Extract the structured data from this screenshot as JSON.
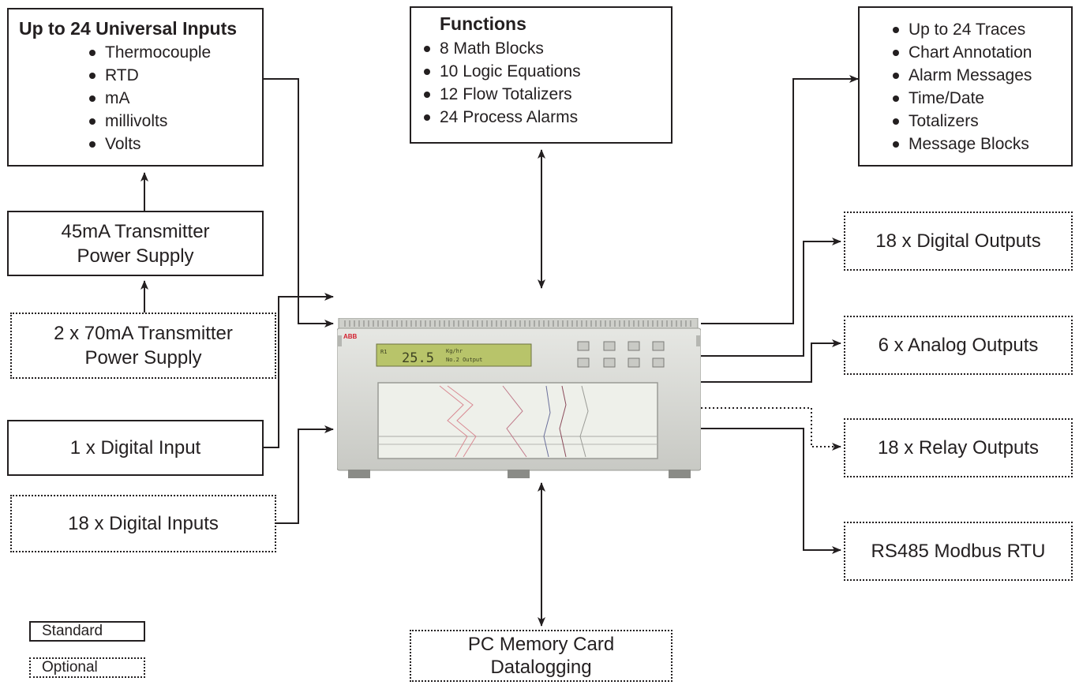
{
  "universal_inputs": {
    "title": "Up to 24 Universal Inputs",
    "items": [
      "Thermocouple",
      "RTD",
      "mA",
      "millivolts",
      "Volts"
    ]
  },
  "psu_45": {
    "line1": "45mA Transmitter",
    "line2": "Power Supply"
  },
  "psu_70": {
    "line1": "2 x 70mA Transmitter",
    "line2": "Power Supply"
  },
  "digital_input": "1 x Digital Input",
  "digital_inputs": "18 x Digital Inputs",
  "functions": {
    "title": "Functions",
    "items": [
      "8 Math Blocks",
      "10 Logic Equations",
      "12 Flow Totalizers",
      "24 Process Alarms"
    ]
  },
  "traces": {
    "items": [
      "Up to 24 Traces",
      "Chart Annotation",
      "Alarm Messages",
      "Time/Date",
      "Totalizers",
      "Message Blocks"
    ]
  },
  "digital_outputs": "18 x Digital Outputs",
  "analog_outputs": "6 x Analog Outputs",
  "relay_outputs": "18 x Relay Outputs",
  "modbus": "RS485 Modbus RTU",
  "memory_card": {
    "line1": "PC Memory Card",
    "line2": "Datalogging"
  },
  "legend": {
    "standard": "Standard",
    "optional": "Optional"
  },
  "device": {
    "brand": "ABB",
    "display_prefix": "R1",
    "display_value": "25.5",
    "display_unit": "Kg/hr",
    "display_line2": "No.2 Output",
    "colors": {
      "body": "#d9dad6",
      "display": "#b8c46a",
      "chart": "#eef0ea",
      "brand": "#d3202f"
    }
  }
}
